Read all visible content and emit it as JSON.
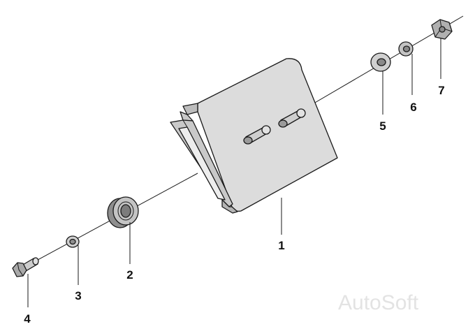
{
  "callouts": [
    {
      "id": "1",
      "text": "1"
    },
    {
      "id": "2",
      "text": "2"
    },
    {
      "id": "3",
      "text": "3"
    },
    {
      "id": "4",
      "text": "4"
    },
    {
      "id": "5",
      "text": "5"
    },
    {
      "id": "6",
      "text": "6"
    },
    {
      "id": "7",
      "text": "7"
    }
  ],
  "watermark": "AutoSoft",
  "colors": {
    "line": "#1a1a1a",
    "part_fill": "#d9d9d9",
    "part_shade": "#a8a8a8",
    "part_dark": "#7a7a7a",
    "watermark": "#e3e3e3"
  }
}
